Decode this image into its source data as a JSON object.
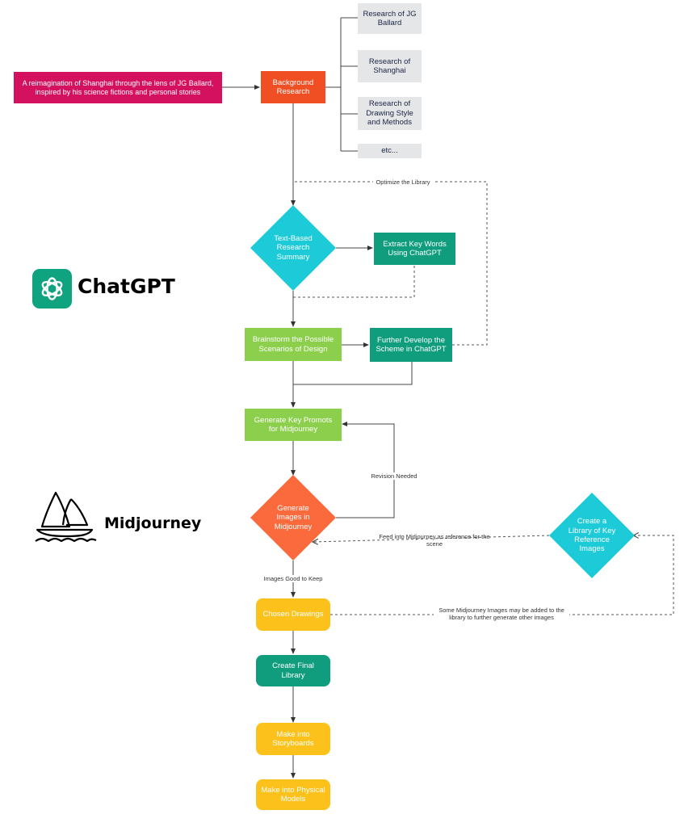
{
  "nodes": {
    "intro": "A reimagination of Shanghai through the lens of JG Ballard, inspired by his science fictions and personal stories",
    "background_research": "Background Research",
    "research_jg": "Research of JG Ballard",
    "research_shanghai": "Research of Shanghai",
    "research_drawing": "Research of Drawing Style and Methods",
    "etc": "etc...",
    "text_summary": "Text-Based Research Summary",
    "extract_keywords": "Extract Key Words Using ChatGPT",
    "brainstorm": "Brainstorm the Possible Scenarios of Design",
    "further_develop": "Further Develop the Scheme in ChatGPT",
    "generate_prompts": "Generate Key Promots for Midjourney",
    "generate_images": "Generate Images in Midjourney",
    "create_library_ref": "Create a Library of Key Reference Images",
    "chosen_drawings": "Chosen Drawings",
    "final_library": "Create Final Library",
    "storyboards": "Make into Storyboards",
    "physical_models": "Make into Physical Models"
  },
  "edge_labels": {
    "optimize": "Optimize the Library",
    "revision": "Revision Needed",
    "feed_into": "Feed into Midjourney as reference for the scene",
    "good_to_keep": "Images Good to Keep",
    "some_images": "Some Midjourney Images may be added to the  library to further generate other images"
  },
  "brands": {
    "chatgpt": "ChatGPT",
    "midjourney": "Midjourney"
  },
  "colors": {
    "magenta": "#d4115f",
    "orange_red": "#f04e23",
    "cyan": "#1ccad8",
    "teal": "#0f9d7e",
    "green": "#8ccf4d",
    "coral": "#fb6a3c",
    "yellow": "#fcc21b",
    "gray": "#e5e6e8",
    "chatgpt_green": "#10a37f"
  }
}
